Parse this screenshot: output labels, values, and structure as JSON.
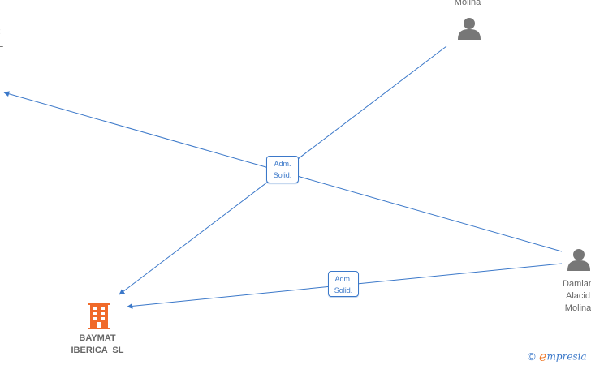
{
  "nodes": {
    "top_person": {
      "lines": [
        "Molina"
      ],
      "icon": "person-icon"
    },
    "left_cut": {
      "lines": [
        ":",
        "L"
      ]
    },
    "right_person": {
      "lines": [
        "Damian",
        "Alacid",
        "Molina"
      ],
      "icon": "person-icon"
    },
    "company": {
      "lines": [
        "BAYMAT",
        "IBERICA  SL"
      ],
      "icon": "building-icon"
    }
  },
  "edges": {
    "label_upper": [
      "Adm.",
      "Solid."
    ],
    "label_lower": [
      "Adm.",
      "Solid."
    ]
  },
  "brand": {
    "copyright": "©",
    "e": "e",
    "rest": "mpresia"
  },
  "colors": {
    "edge": "#3b78c9",
    "person_icon": "#777777",
    "company_icon": "#f06a2a",
    "label_text": "#666666"
  }
}
